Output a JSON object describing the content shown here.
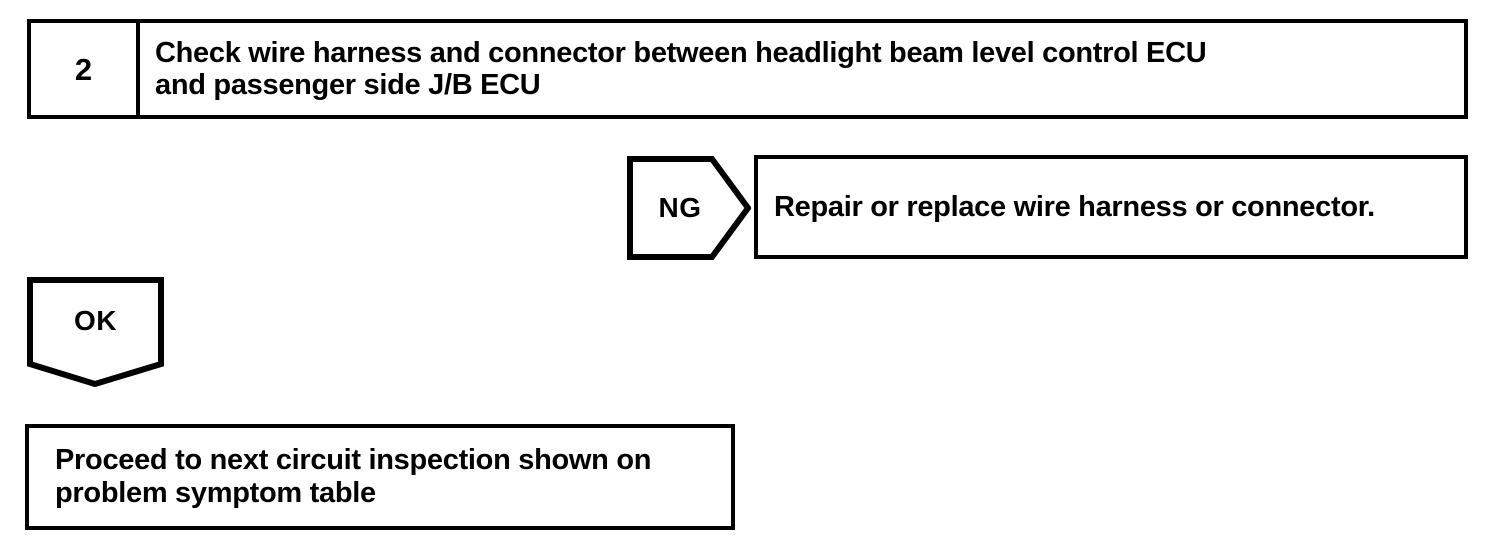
{
  "page": {
    "kind": "diagnostic-flowchart",
    "background_color": "#ffffff",
    "ink_color": "#000000"
  },
  "step": {
    "number": "2",
    "instruction": "Check wire harness and connector between headlight beam level control ECU\nand passenger side J/B ECU"
  },
  "branches": {
    "ng": {
      "label": "NG",
      "shape": "right-pointing-pennant",
      "result_text": "Repair or replace wire harness or connector."
    },
    "ok": {
      "label": "OK",
      "shape": "down-pointing-pennant",
      "result_text": "Proceed to next circuit inspection shown on\nproblem symptom table"
    }
  }
}
